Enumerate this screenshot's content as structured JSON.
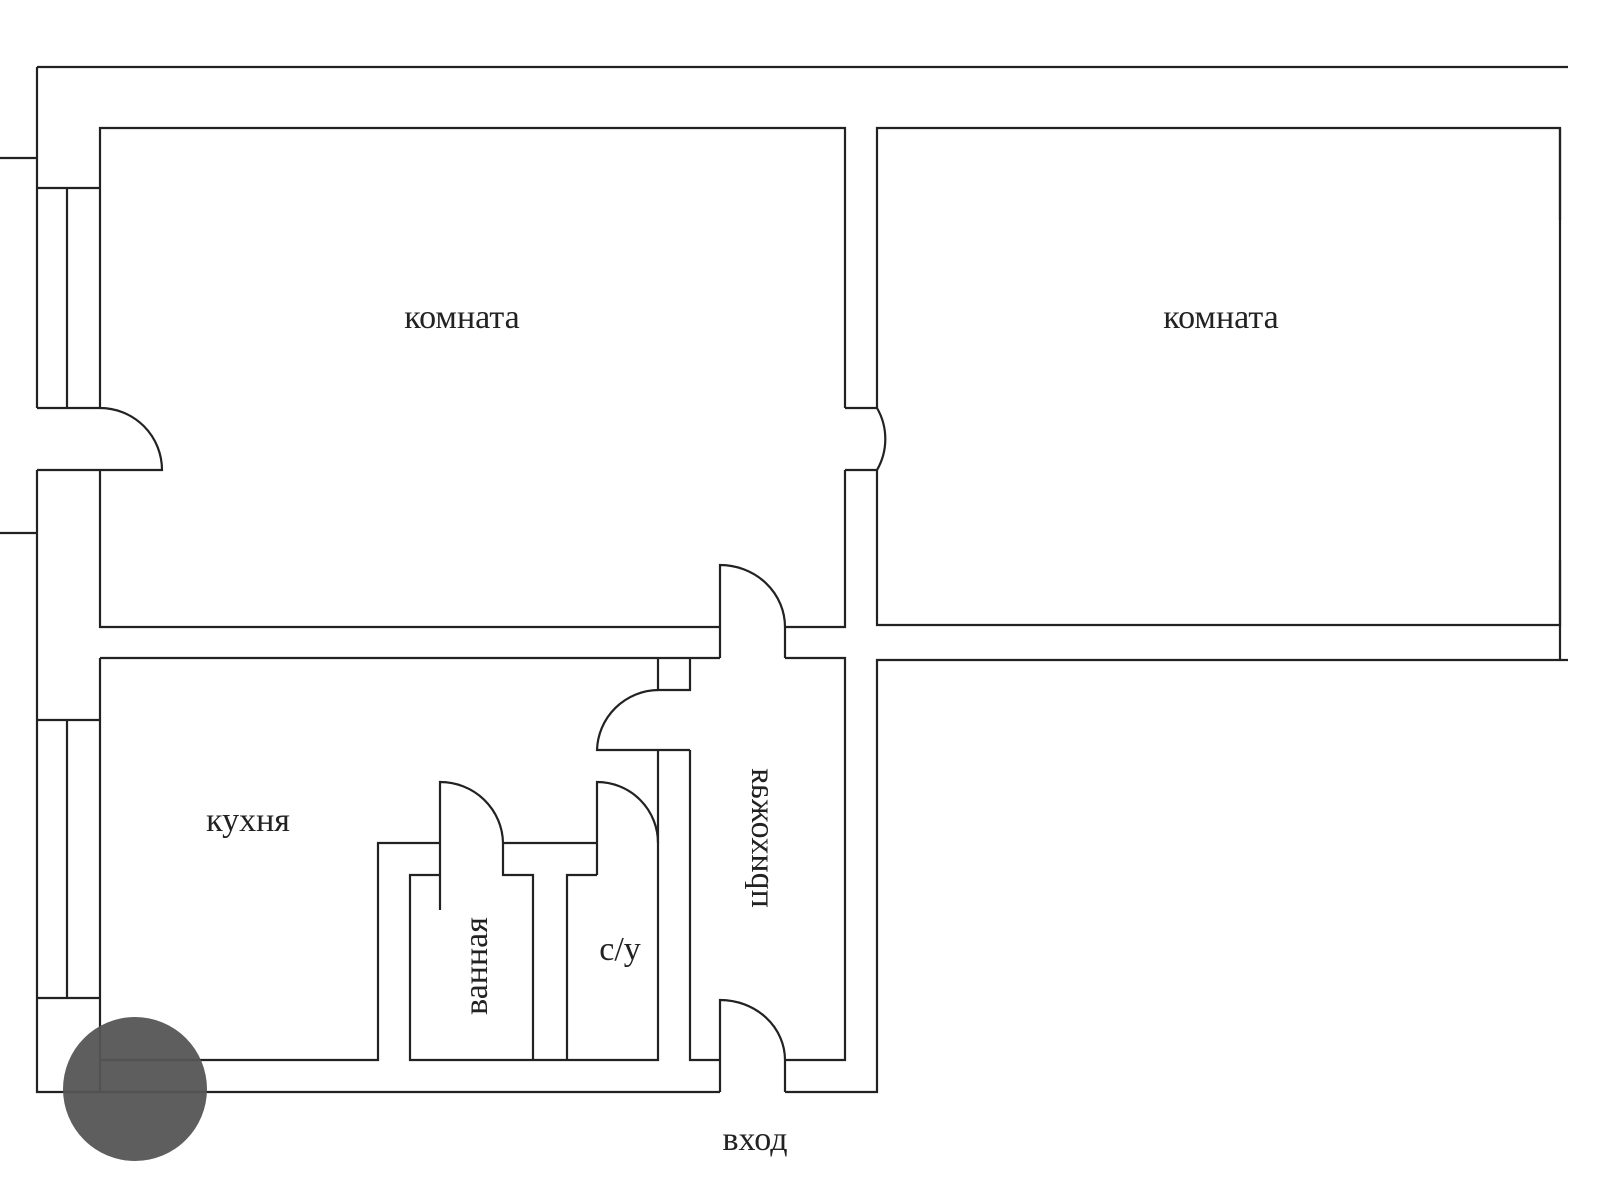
{
  "rooms": {
    "room1": "комната",
    "room2": "комната",
    "kitchen": "кухня",
    "bathroom": "ванная",
    "toilet": "с/у",
    "hallway": "прихожая",
    "entrance": "вход"
  },
  "colors": {
    "wall": "#222222",
    "overlay_circle": "#555555"
  }
}
